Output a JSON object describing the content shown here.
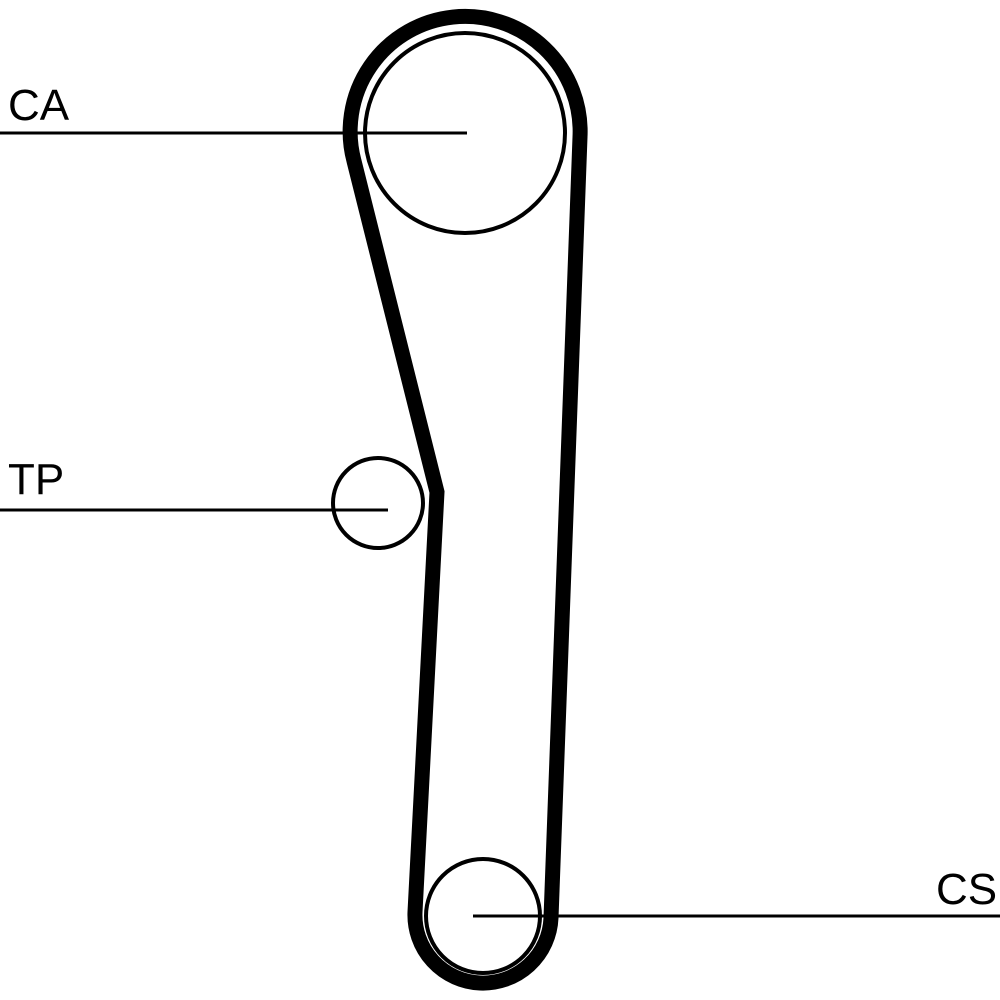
{
  "diagram": {
    "type": "timing-belt-routing-schematic",
    "background_color": "#ffffff",
    "line_color": "#000000",
    "labels": {
      "camshaft": "CA",
      "tensioner": "TP",
      "crankshaft": "CS"
    }
  }
}
